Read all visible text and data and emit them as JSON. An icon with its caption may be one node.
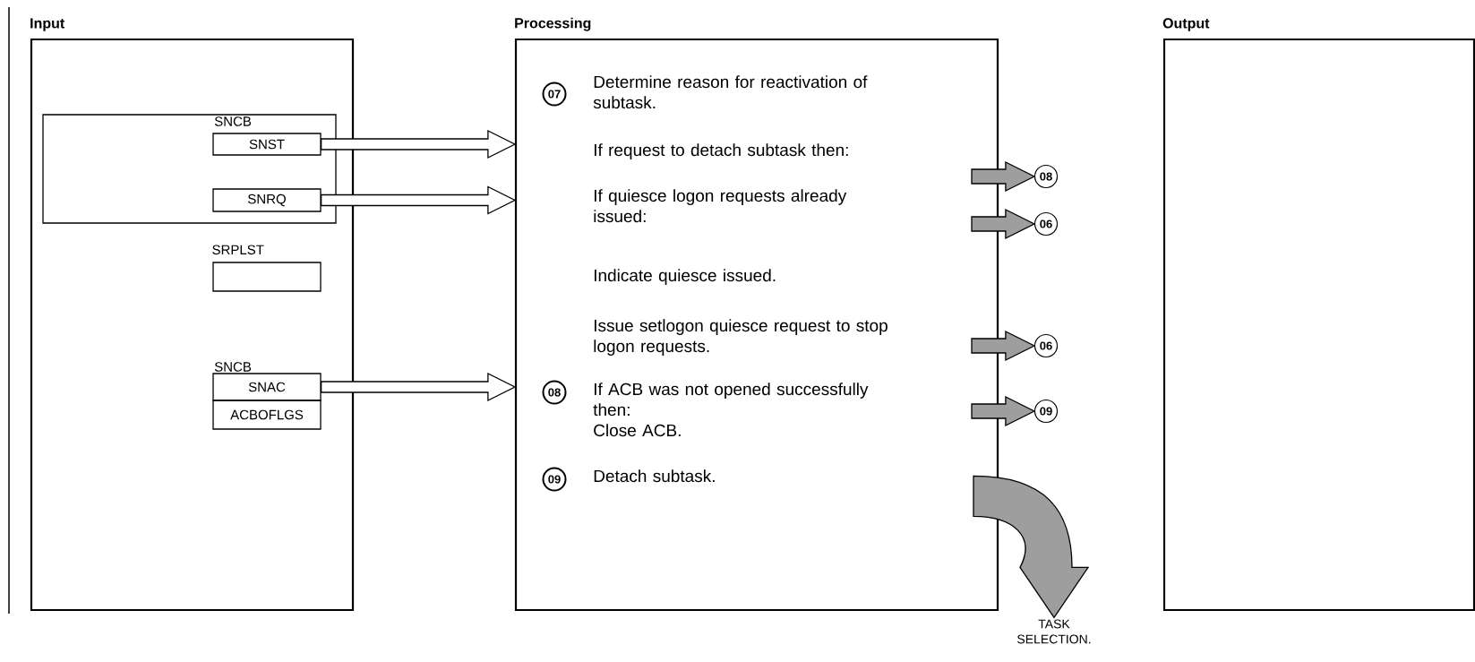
{
  "diagram": {
    "nodes": [
      {
        "text": [
          "Input"
        ]
      },
      {
        "text": [
          "SNCB"
        ],
        "in": 0
      },
      {
        "text": [
          "SNST"
        ],
        "in": 1
      },
      {
        "text": [
          "SNRQ"
        ],
        "in": 1
      },
      {
        "text": [
          "SRPLST"
        ],
        "in": 0
      },
      {
        "text": [
          "SNAC"
        ],
        "in": 0,
        "beside": [
          "SNCB"
        ]
      },
      {
        "text": [
          "ACBOFLGS"
        ],
        "in": 0
      },
      {
        "text": [
          "Processing"
        ]
      },
      {
        "text": [
          "07"
        ],
        "in": 7
      },
      {
        "text": [
          "08"
        ],
        "in": 7
      },
      {
        "text": [
          "09"
        ],
        "in": 7
      },
      {
        "text": [
          "08"
        ]
      },
      {
        "text": [
          "06"
        ]
      },
      {
        "text": [
          "06"
        ]
      },
      {
        "text": [
          "09"
        ]
      },
      {
        "text": [
          "Output"
        ]
      },
      {
        "text": [
          "TASK SELECTION."
        ]
      }
    ],
    "edges": [
      {
        "from": 2,
        "to": 7,
        "arrow": "to"
      },
      {
        "from": 3,
        "to": 7,
        "arrow": "to"
      },
      {
        "from": 5,
        "to": 7,
        "arrow": "to"
      },
      {
        "from": null,
        "to": 11,
        "arrow": "to"
      },
      {
        "from": null,
        "to": 12,
        "arrow": "to"
      },
      {
        "from": null,
        "to": 13,
        "arrow": "to"
      },
      {
        "from": null,
        "to": 14,
        "arrow": "to"
      },
      {
        "from": null,
        "to": 16,
        "arrow": "to"
      }
    ],
    "labels": [
      "Determine reason for reactivation of subtask.",
      "If request to detach subtask then:",
      "If quiesce logon requests already issued:",
      "Indicate quiesce issued.",
      "Issue setlogon quiesce request to stop logon requests.",
      "If ACB was not opened successfully then:",
      "Close ACB.",
      "Detach subtask."
    ]
  }
}
